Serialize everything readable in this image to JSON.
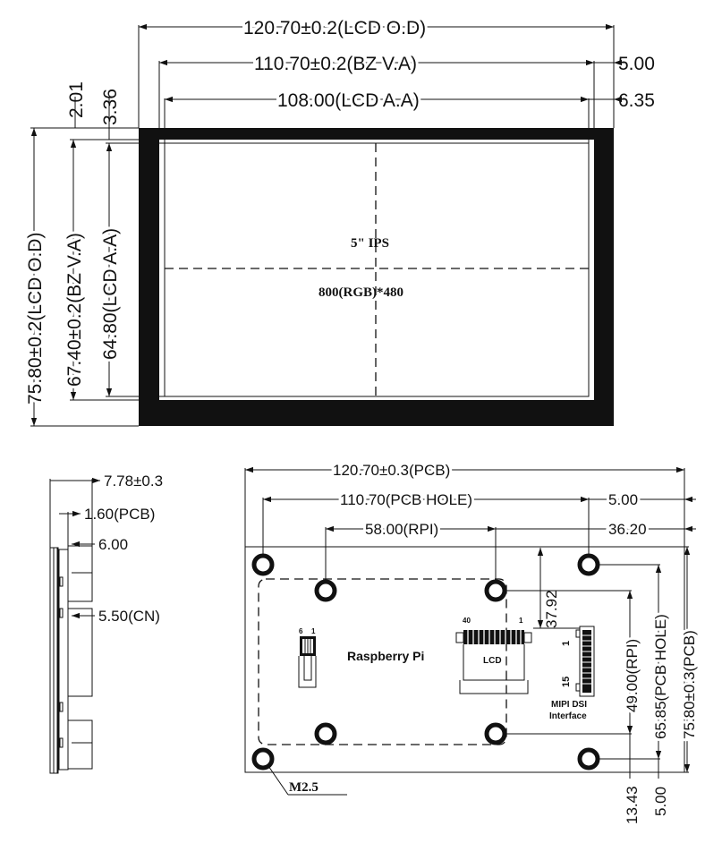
{
  "front": {
    "lcd_od_width": "120.70±0.2(LCD O.D)",
    "bz_va_width": "110.70±0.2(BZ V.A)",
    "lcd_aa_width": "108.00(LCD A.A)",
    "right_offset_1": "5.00",
    "right_offset_2": "6.35",
    "top_offset_1": "2.01",
    "top_offset_2": "3.36",
    "lcd_od_height": "75.80±0.2(LCD O.D)",
    "bz_va_height": "67.40±0.2(BZ V.A)",
    "lcd_aa_height": "64.80(LCD A.A)",
    "size_label": "5\" IPS",
    "resolution_label": "800(RGB)*480"
  },
  "side": {
    "thickness": "7.78±0.3",
    "pcb_thickness": "1.60(PCB)",
    "height_1": "6.00",
    "cn_height": "5.50(CN)"
  },
  "back": {
    "pcb_width": "120.70±0.3(PCB)",
    "pcb_hole_width": "110.70(PCB HOLE)",
    "rpi_width": "58.00(RPI)",
    "right_offset_1": "5.00",
    "right_offset_2": "36.20",
    "cn_offset": "37.92",
    "rpi_height": "49.00(RPI)",
    "pcb_hole_height": "65.85(PCB HOLE)",
    "pcb_height": "75.80±0.3(PCB)",
    "bottom_offset_1": "13.43",
    "bottom_offset_2": "5.00",
    "rpi_label": "Raspberry Pi",
    "lcd_label": "LCD",
    "pin_40": "40",
    "pin_1": "1",
    "pin_6": "6",
    "pin_1_small": "1",
    "fpc_pin_1": "1",
    "fpc_pin_15": "15",
    "mipi_line1": "MIPI DSI",
    "mipi_line2": "Interface",
    "screw_label": "M2.5"
  }
}
